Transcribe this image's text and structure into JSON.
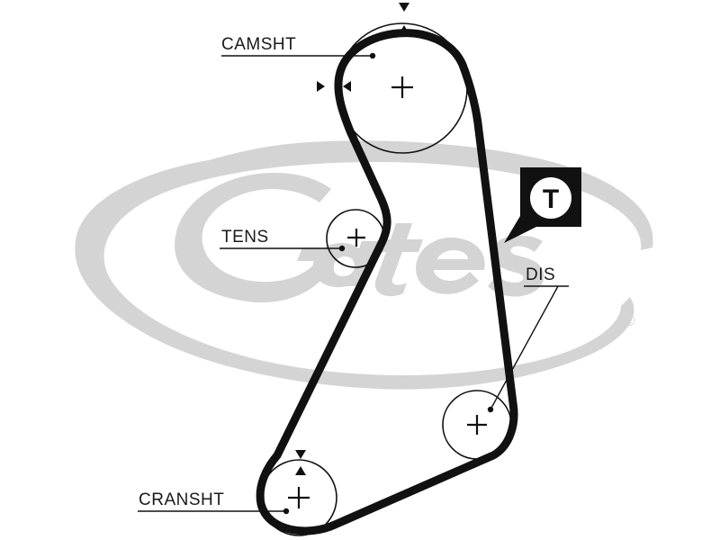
{
  "diagram": {
    "labels": {
      "camshaft": "CAMSHT",
      "tensioner": "TENS",
      "distributor": "DIS",
      "crankshaft": "CRANSHT"
    },
    "timing_badge": "T",
    "watermark_mark": "®",
    "colors": {
      "line": "#111111",
      "watermark": "#d4d4d4",
      "background": "#ffffff"
    }
  }
}
